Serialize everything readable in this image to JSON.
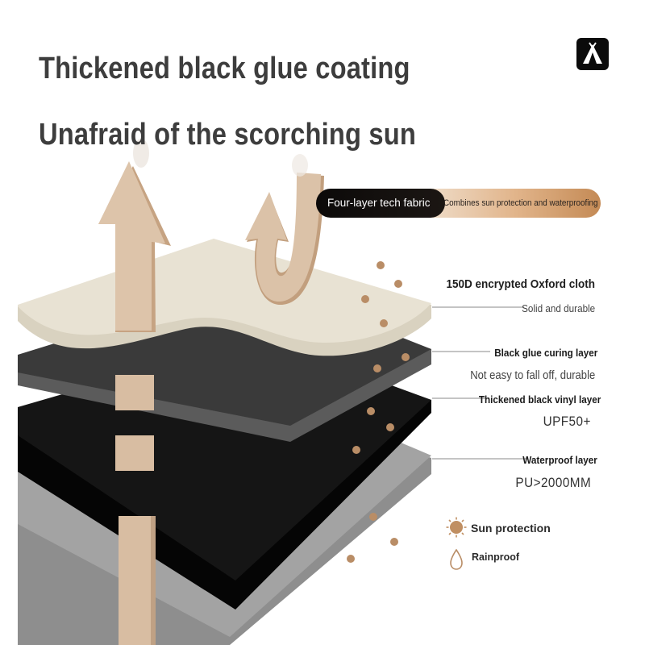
{
  "titles": {
    "line1": "Thickened black glue coating",
    "line2": "Unafraid of the scorching sun"
  },
  "logo": {
    "icon": "tent-icon"
  },
  "banner": {
    "label": "Four-layer tech fabric",
    "description": "Combines sun protection and waterproofing"
  },
  "layers": [
    {
      "name": "150D encrypted Oxford cloth",
      "detail": "Solid and durable"
    },
    {
      "name": "Black glue curing layer",
      "detail": "Not easy to fall off, durable"
    },
    {
      "name": "Thickened black vinyl layer",
      "detail": "UPF50+"
    },
    {
      "name": "Waterproof layer",
      "detail": "PU>2000MM"
    }
  ],
  "legend": [
    {
      "icon": "sun-icon",
      "label": "Sun protection"
    },
    {
      "icon": "water-drop-icon",
      "label": "Rainproof"
    }
  ],
  "colors": {
    "title": "#3d3d3d",
    "arrow": "#dcc2a8",
    "oxford": "#e6e0d1",
    "glue": "#4a4a4a",
    "vinyl": "#111111",
    "waterproof": "#9a9a9a",
    "accent_dot": "#b98d66"
  }
}
